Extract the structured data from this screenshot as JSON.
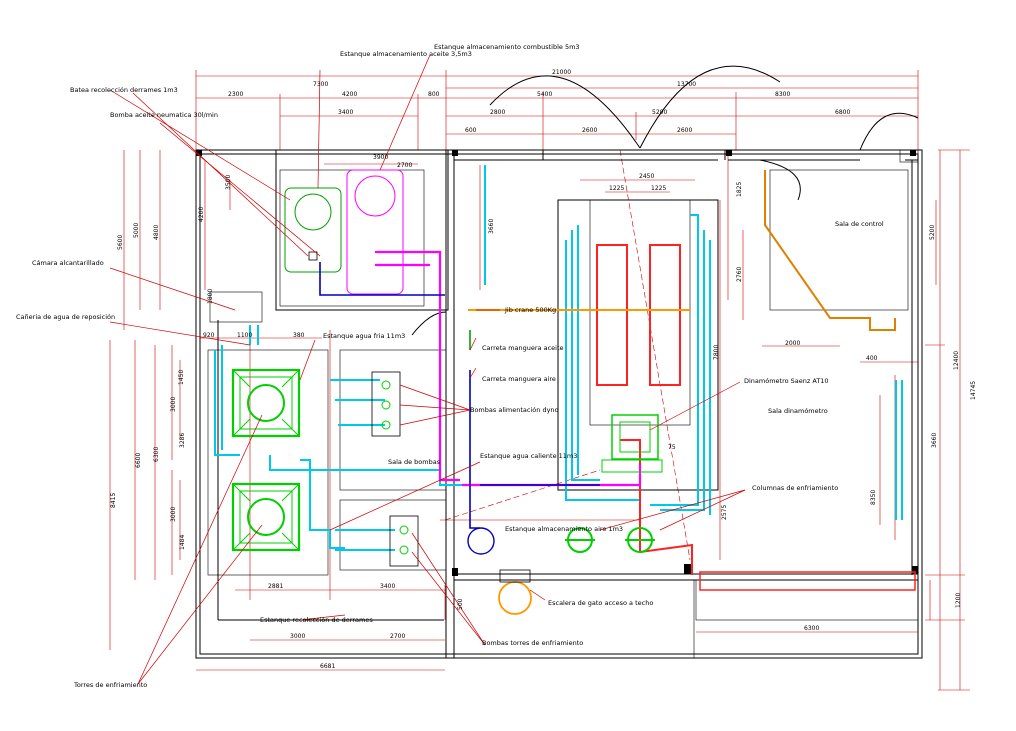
{
  "colors": {
    "dimension": "#d00000",
    "leader": "#d00000",
    "wall": "#000000",
    "cooling_tower": "#00d000",
    "cold_water": "#00c8e8",
    "oil": "#ff00ff",
    "fuel": "#00a000",
    "hot_water": "#ff2222",
    "air": "#0000c0",
    "crane": "#ff9900",
    "control_duct": "#e08000"
  },
  "labels": {
    "oil_tank": "Estanque almacenamiento aceite 3,5m3",
    "fuel_tank": "Estanque almacenamiento combustible 5m3",
    "spill_tray": "Batea recolección derrames 1m3",
    "oil_pump": "Bomba aceite neumatica 30l/min",
    "sewer": "Cámara alcantarillado",
    "makeup_pipe": "Cañeria de agua de reposición",
    "cold_water_tank": "Estanque agua fria 11m3",
    "oil_hose_reel": "Carreta manguera aceite",
    "air_hose_reel": "Carreta manguera aire",
    "dyno_pumps": "Bombas alimentación dyno",
    "jib_crane": "Jib crane 500Kg",
    "dynamometer": "Dinamómetro Saenz AT10",
    "dyno_room": "Sala dinamómetro",
    "control_room": "Sala de control",
    "pump_room": "Sala de bombas",
    "hot_water_tank": "Estanque agua caliente 11m3",
    "cooling_columns": "Columnas de enfriamiento",
    "air_tank": "Estanque almacenamiento aire 1m3",
    "ladder": "Escalera de gato acceso a techo",
    "spill_tank": "Estanque recolección de derrames",
    "tower_pumps": "Bombas torres de enfriamiento",
    "cooling_towers": "Torres de enfriamiento"
  },
  "dimensions": {
    "d21000": "21000",
    "d13700": "13700",
    "d7300": "7300",
    "d2300": "2300",
    "d4200": "4200",
    "d800": "800",
    "d5400": "5400",
    "d8300": "8300",
    "d2800": "2800",
    "d5200": "5200",
    "d6800": "6800",
    "d600": "600",
    "d2600a": "2600",
    "d2600b": "2600",
    "d3400": "3400",
    "d3900": "3900",
    "d2700": "2700",
    "d2450": "2450",
    "d1225a": "1225",
    "d1225b": "1225",
    "d3500": "3500",
    "d4200v": "4200",
    "d4800": "4800",
    "d5000": "5000",
    "d5600": "5600",
    "d1800": "1800",
    "d3660": "3660",
    "d1825": "1825",
    "d2760": "2760",
    "d5200v": "5200",
    "d7800": "7800",
    "d2000": "2000",
    "d400": "400",
    "d12400": "12400",
    "d14745": "14745",
    "d920": "920",
    "d1100": "1100",
    "d380": "380",
    "d1450": "1450",
    "d3000a": "3000",
    "d3286": "3286",
    "d6300v": "6300",
    "d6600": "6600",
    "d8415": "8415",
    "d3000b": "3000",
    "d1484": "1484",
    "d3660r": "3660",
    "d8350": "8350",
    "d2575": "2575",
    "d75": "75",
    "d2881": "2881",
    "d3400b": "3400",
    "d500": "500",
    "d3000c": "3000",
    "d2700b": "2700",
    "d6681": "6681",
    "d6300": "6300",
    "d1200": "1200"
  }
}
